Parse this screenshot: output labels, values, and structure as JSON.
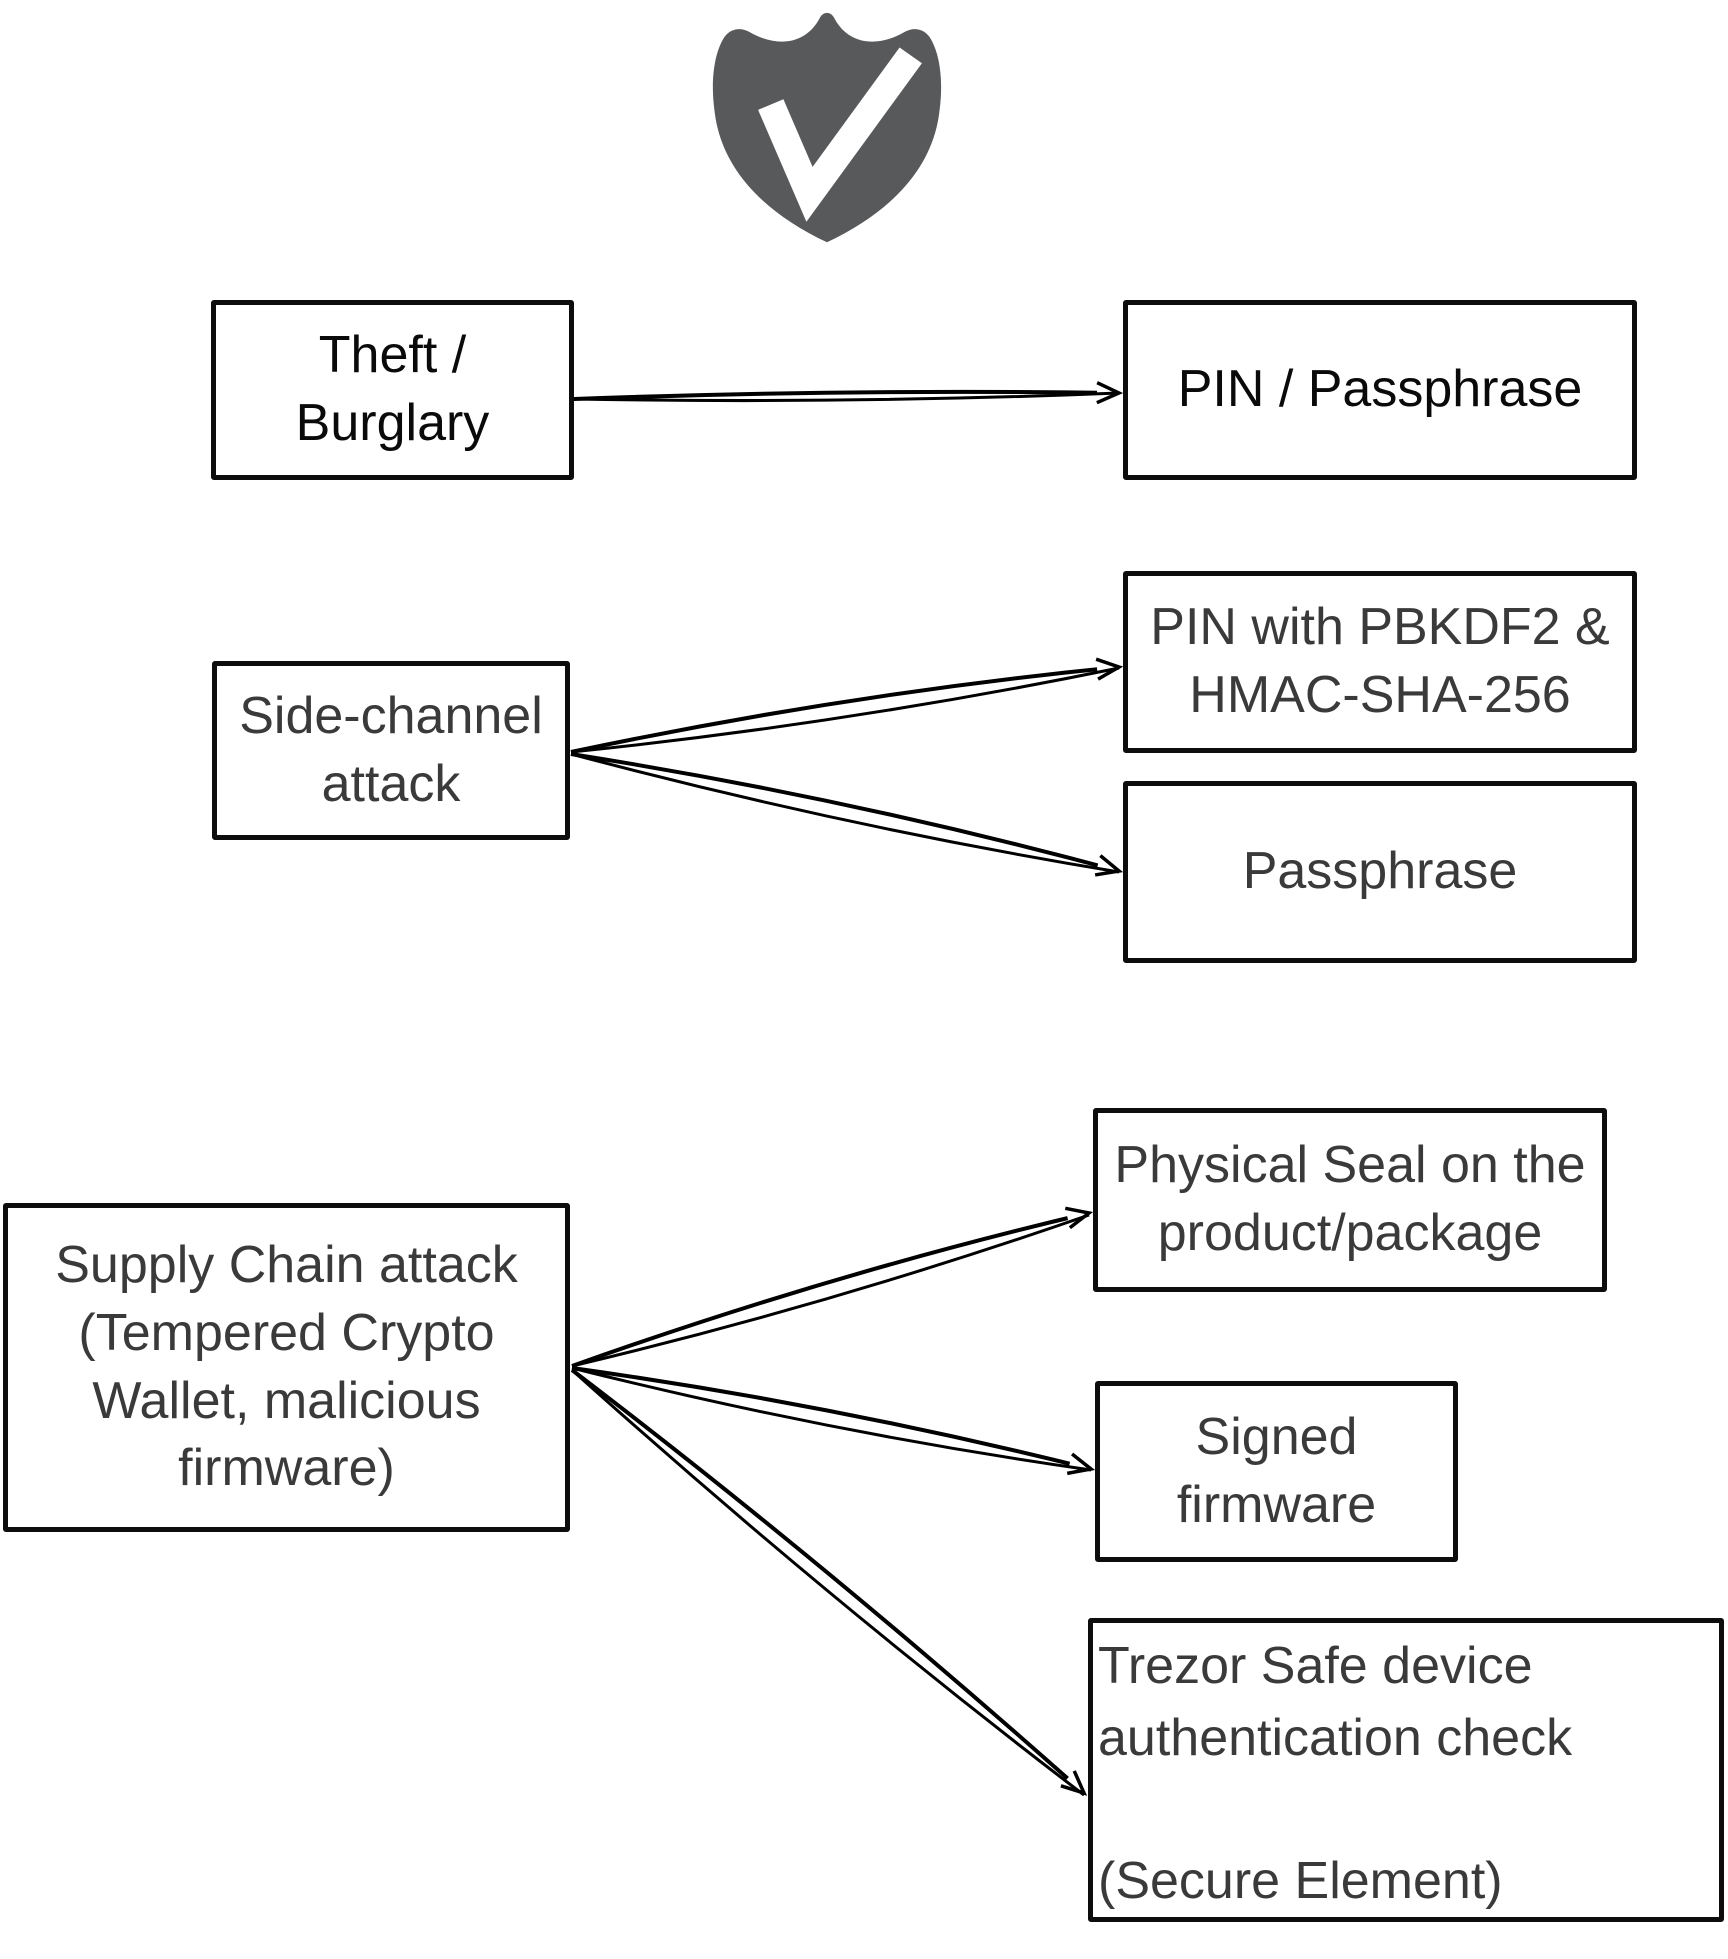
{
  "diagram": {
    "icon": {
      "name": "shield-check",
      "color": "#58595b"
    },
    "colors": {
      "background": "#ffffff",
      "border": "#0d0d0d",
      "line": "#000000",
      "text-black": "#0a0a0a",
      "text-gray": "#3a3a3a",
      "shield": "#58595b"
    },
    "nodes": {
      "theft": {
        "label": "Theft /\nBurglary"
      },
      "pin_passphrase": {
        "label": "PIN / Passphrase"
      },
      "side_channel": {
        "label": "Side-channel\nattack"
      },
      "pin_pbkdf2": {
        "label": "PIN with PBKDF2 &\nHMAC-SHA-256"
      },
      "passphrase": {
        "label": "Passphrase"
      },
      "supply_chain": {
        "label": "Supply Chain attack\n(Tempered Crypto\nWallet, malicious\nfirmware)"
      },
      "physical_seal": {
        "label": "Physical Seal on the\nproduct/package"
      },
      "signed_firmware": {
        "label": "Signed\nfirmware"
      },
      "trezor_auth": {
        "label": "Trezor Safe device\nauthentication check\n\n(Secure Element)"
      }
    },
    "edges": [
      {
        "from": "theft",
        "to": "pin_passphrase"
      },
      {
        "from": "side_channel",
        "to": "pin_pbkdf2"
      },
      {
        "from": "side_channel",
        "to": "passphrase"
      },
      {
        "from": "supply_chain",
        "to": "physical_seal"
      },
      {
        "from": "supply_chain",
        "to": "signed_firmware"
      },
      {
        "from": "supply_chain",
        "to": "trezor_auth"
      }
    ]
  }
}
